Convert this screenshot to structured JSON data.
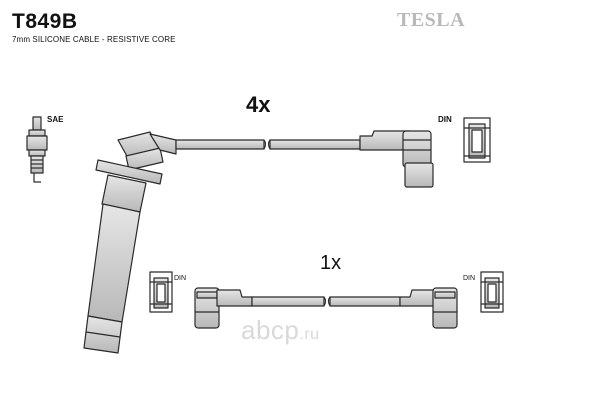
{
  "header": {
    "part_number": "T849B",
    "description": "7mm SILICONE CABLE - RESISTIVE CORE",
    "brand": "TESLA"
  },
  "labels": {
    "spark_plug_standard": "SAE",
    "connector_top": "DIN",
    "connector_left": "DIN",
    "connector_right": "DIN"
  },
  "quantities": {
    "main_lead": "4x",
    "secondary_lead": "1x"
  },
  "watermark": {
    "name": "abcp",
    "tld": ".ru"
  },
  "colors": {
    "line": "#2a2a2a",
    "fill": "#d7d7d7",
    "brand": "#b9b9b9",
    "watermark": "#d9d9d9"
  }
}
